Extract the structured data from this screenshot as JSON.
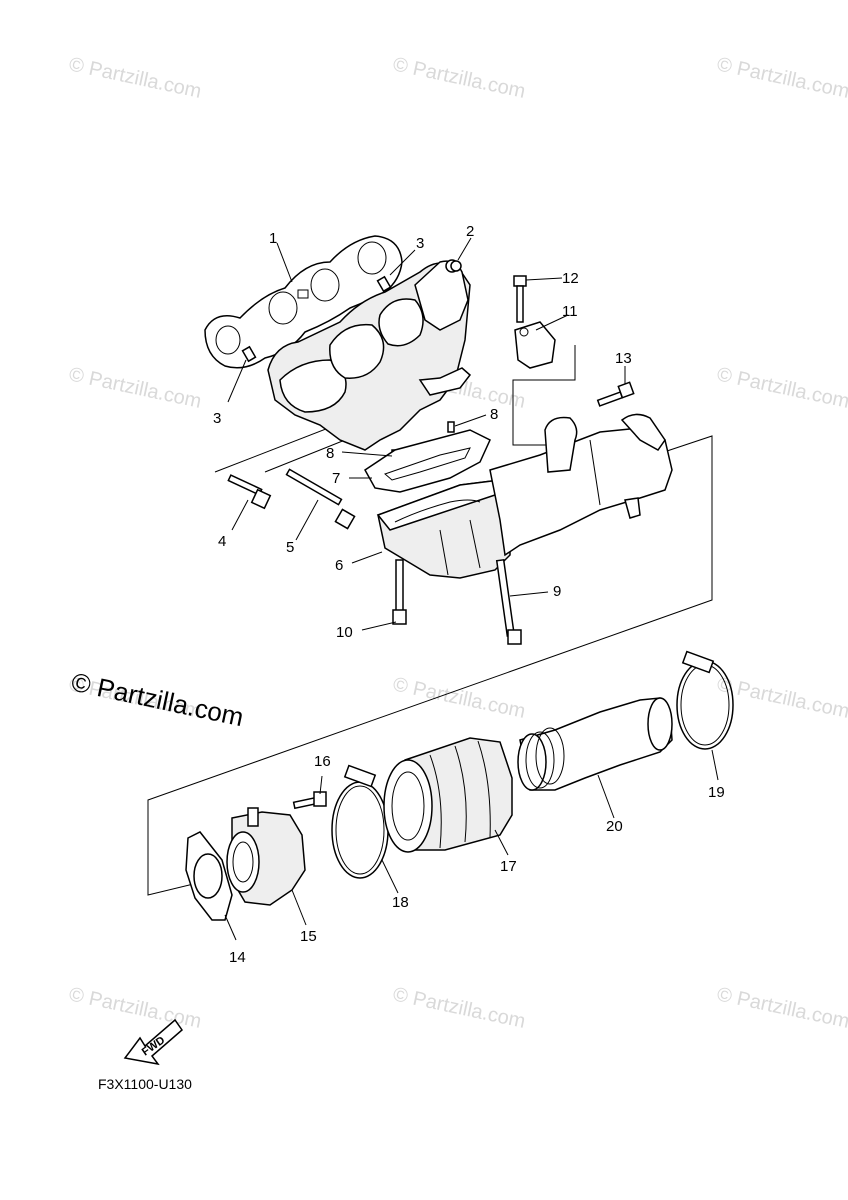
{
  "watermark": {
    "text": "© Partzilla.com",
    "color": "#d9d9d9"
  },
  "brand_watermark": {
    "text": "© Partzilla.com"
  },
  "fwd_label": "FWD",
  "diagram_code": "F3X1100-U130",
  "callouts": {
    "c1": "1",
    "c2": "2",
    "c3a": "3",
    "c3b": "3",
    "c4": "4",
    "c5": "5",
    "c6": "6",
    "c7": "7",
    "c8a": "8",
    "c8b": "8",
    "c9": "9",
    "c10": "10",
    "c11": "11",
    "c12": "12",
    "c13": "13",
    "c14": "14",
    "c15": "15",
    "c16": "16",
    "c17": "17",
    "c18": "18",
    "c19": "19",
    "c20": "20"
  }
}
